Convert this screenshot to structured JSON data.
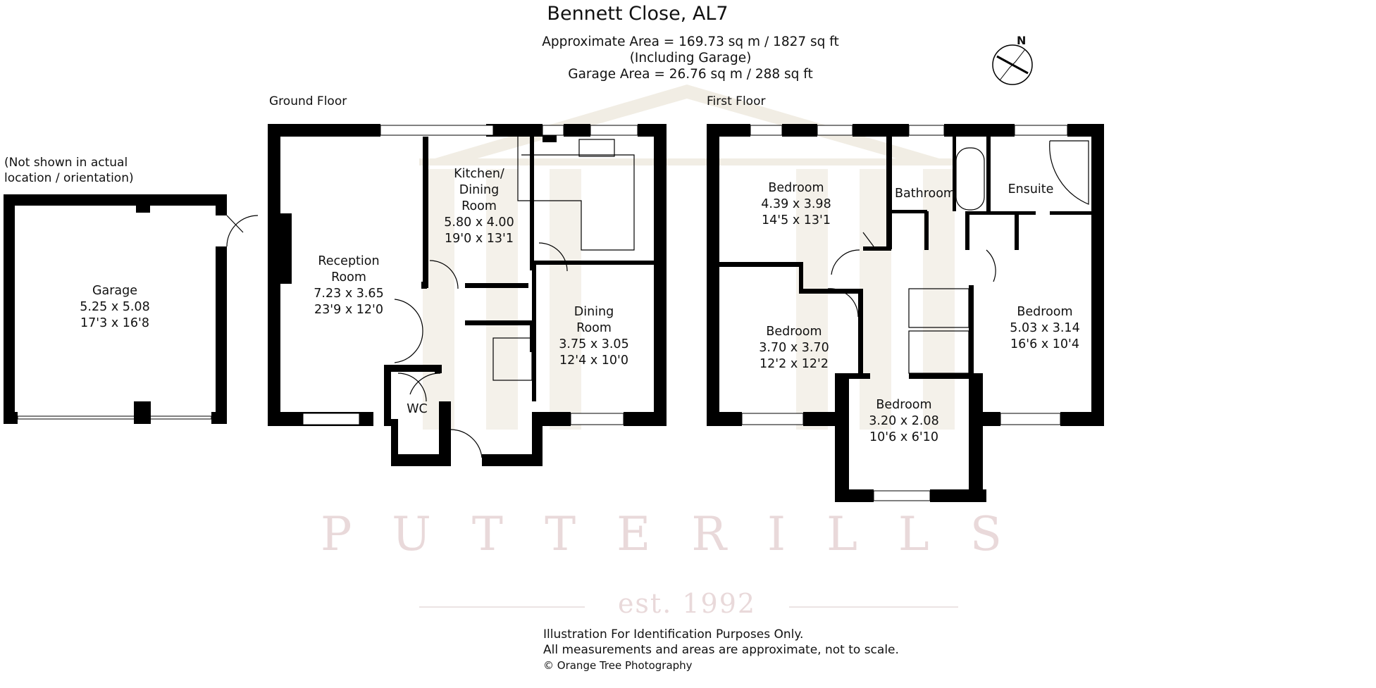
{
  "header": {
    "title": "Bennett Close, AL7",
    "approx_area": "Approximate Area =  169.73 sq m / 1827 sq ft",
    "including": "(Including Garage)",
    "garage_area": "Garage Area =  26.76 sq m / 288 sq ft"
  },
  "compass": {
    "label": "N"
  },
  "watermark": {
    "brand": "PUTTERILLS",
    "est": "est. 1992"
  },
  "garage": {
    "note_line1": "(Not shown in actual",
    "note_line2": "location / orientation)",
    "name": "Garage",
    "metric": "5.25 x 5.08",
    "imperial": "17'3 x 16'8"
  },
  "ground_floor": {
    "label": "Ground Floor",
    "rooms": [
      {
        "name": "Reception",
        "name2": "Room",
        "metric": "7.23 x 3.65",
        "imperial": "23'9 x 12'0"
      },
      {
        "name": "Kitchen/",
        "name2": "Dining",
        "name3": "Room",
        "metric": "5.80 x 4.00",
        "imperial": "19'0 x 13'1"
      },
      {
        "name": "Dining",
        "name2": "Room",
        "metric": "3.75 x 3.05",
        "imperial": "12'4 x 10'0"
      },
      {
        "name": "WC"
      }
    ]
  },
  "first_floor": {
    "label": "First Floor",
    "rooms": [
      {
        "name": "Bedroom",
        "metric": "4.39 x 3.98",
        "imperial": "14'5 x 13'1"
      },
      {
        "name": "Bathroom"
      },
      {
        "name": "Ensuite"
      },
      {
        "name": "Bedroom",
        "metric": "3.70 x 3.70",
        "imperial": "12'2 x 12'2"
      },
      {
        "name": "Bedroom",
        "metric": "5.03 x 3.14",
        "imperial": "16'6 x 10'4"
      },
      {
        "name": "Bedroom",
        "metric": "3.20 x 2.08",
        "imperial": "10'6 x 6'10"
      }
    ]
  },
  "footer": {
    "line1": "Illustration For Identification Purposes Only.",
    "line2": "All measurements and areas are approximate, not to scale.",
    "copyright": "© Orange Tree Photography"
  }
}
